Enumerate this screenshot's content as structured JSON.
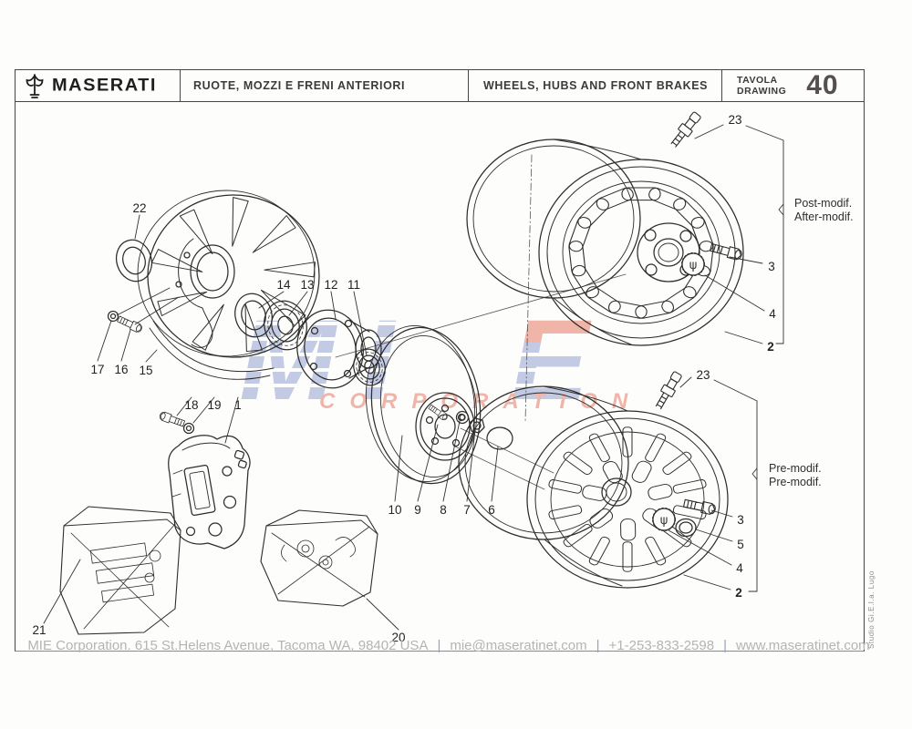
{
  "header": {
    "brand": "MASERATI",
    "title_it": "RUOTE, MOZZI E FRENI ANTERIORI",
    "title_en": "WHEELS, HUBS AND FRONT BRAKES",
    "tavola_label": "TAVOLA",
    "drawing_label": "DRAWING",
    "drawing_number": "40"
  },
  "watermark": {
    "letters_mi": "MI",
    "letter_e": "E",
    "corporation": "CORPORATION",
    "blue": "#b5bedd",
    "salmon": "#efa295"
  },
  "annotations": {
    "post_line1": "Post-modif.",
    "post_line2": "After-modif.",
    "pre_line1": "Pre-modif.",
    "pre_line2": "Pre-modif."
  },
  "callouts": {
    "c1": "1",
    "c2t": "2",
    "c2b": "2",
    "c3t": "3",
    "c3b": "3",
    "c4t": "4",
    "c4b": "4",
    "c5": "5",
    "c6": "6",
    "c7": "7",
    "c8": "8",
    "c9": "9",
    "c10": "10",
    "c11": "11",
    "c12": "12",
    "c13": "13",
    "c14": "14",
    "c15": "15",
    "c16": "16",
    "c17": "17",
    "c18": "18",
    "c19": "19",
    "c20": "20",
    "c21": "21",
    "c22": "22",
    "c23t": "23",
    "c23b": "23"
  },
  "glyphs": {
    "trident": "ψ"
  },
  "footer": {
    "company": "MIE Corporation. 615 St.Helens Avenue, Tacoma WA, 98402 USA",
    "separator": "|",
    "email": "mie@maseratinet.com",
    "phone": "+1-253-833-2598",
    "website": "www.maseratinet.com"
  },
  "side_credit": "Studio Gi.E.l.a.  Lugo"
}
